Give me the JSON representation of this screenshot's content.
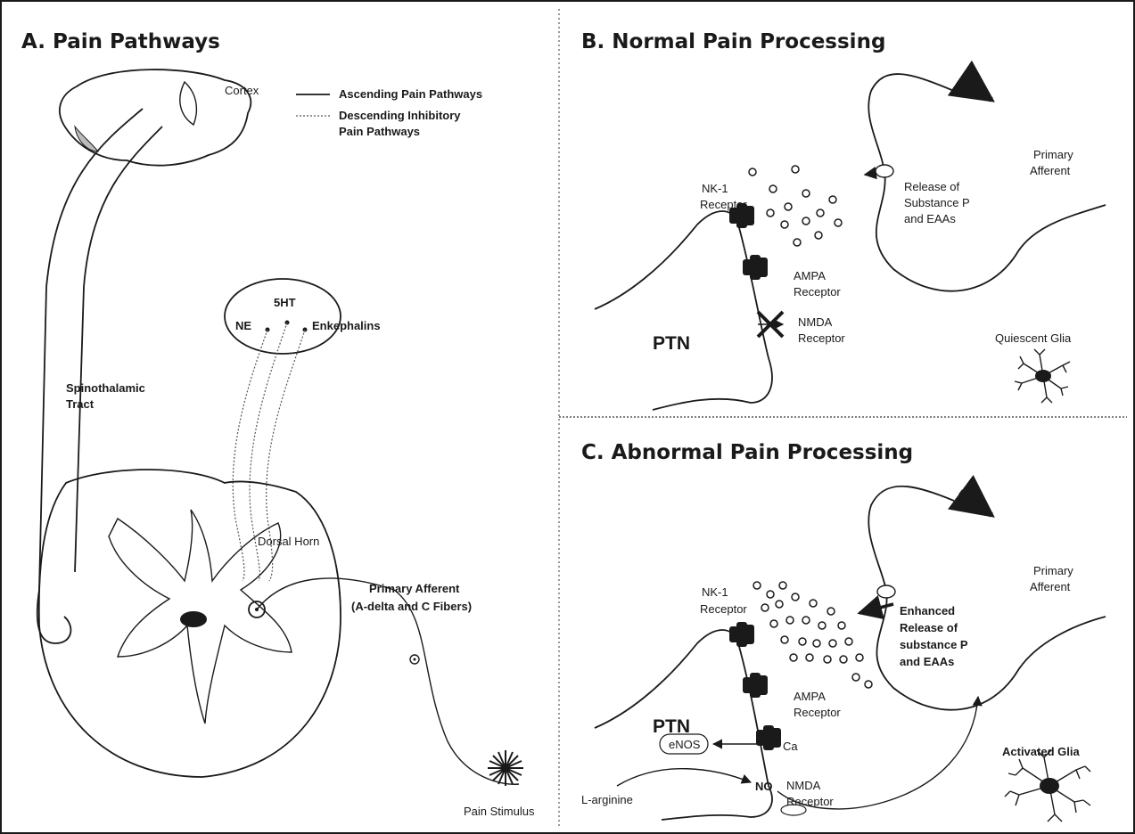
{
  "panel_a": {
    "title": "A. Pain Pathways",
    "cortex": "Cortex",
    "legend_ascending": "Ascending Pain Pathways",
    "legend_descending_line1": "Descending Inhibitory",
    "legend_descending_line2": "Pain Pathways",
    "tract_line1": "Spinothalamic",
    "tract_line2": "Tract",
    "nt_5ht": "5HT",
    "nt_ne": "NE",
    "nt_enk": "Enkephalins",
    "dorsal_horn": "Dorsal Horn",
    "afferent_line1": "Primary Afferent",
    "afferent_line2": "(A-delta and C Fibers)",
    "stimulus": "Pain Stimulus"
  },
  "panel_b": {
    "title": "B. Normal Pain Processing",
    "nk1_line1": "NK-1",
    "nk1_line2": "Receptor",
    "ampa_line1": "AMPA",
    "ampa_line2": "Receptor",
    "nmda_line1": "NMDA",
    "nmda_line2": "Receptor",
    "ptn": "PTN",
    "release_line1": "Release of",
    "release_line2": "Substance P",
    "release_line3": "and EAAs",
    "afferent_line1": "Primary",
    "afferent_line2": "Afferent",
    "glia": "Quiescent Glia"
  },
  "panel_c": {
    "title": "C. Abnormal Pain Processing",
    "nk1_line1": "NK-1",
    "nk1_line2": "Receptor",
    "ampa_line1": "AMPA",
    "ampa_line2": "Receptor",
    "nmda_line1": "NMDA",
    "nmda_line2": "Receptor",
    "ptn": "PTN",
    "enos": "eNOS",
    "ca": "Ca",
    "no": "NO",
    "larginine": "L-arginine",
    "release_line1": "Enhanced",
    "release_line2": "Release of",
    "release_line3": "substance P",
    "release_line4": "and EAAs",
    "afferent_line1": "Primary",
    "afferent_line2": "Afferent",
    "glia": "Activated Glia"
  }
}
